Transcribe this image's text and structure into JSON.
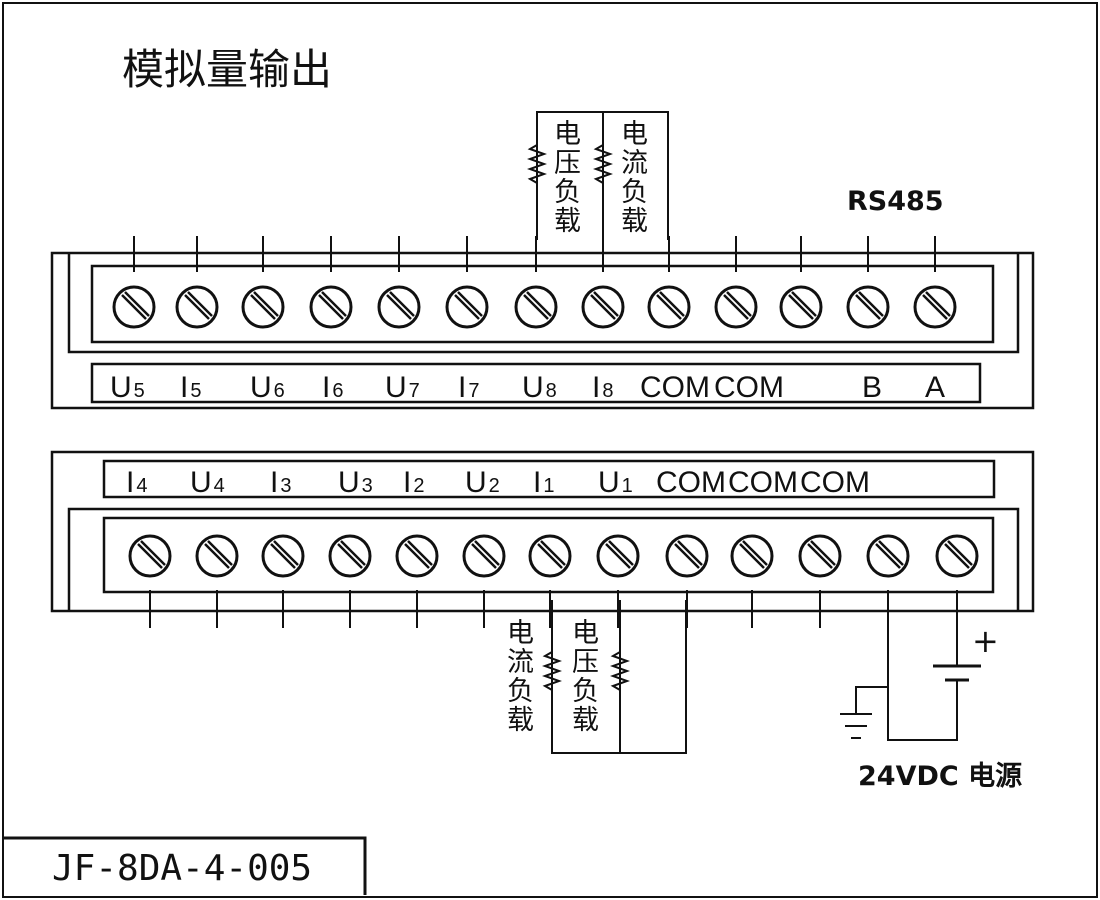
{
  "title": "模拟量输出",
  "model": "JF-8DA-4-005",
  "rs485_label": "RS485",
  "power_label": "24VDC 电源",
  "plus_sign": "+",
  "top_terminals": [
    {
      "main": "U",
      "sub": "5"
    },
    {
      "main": "I",
      "sub": "5"
    },
    {
      "main": "U",
      "sub": "6"
    },
    {
      "main": "I",
      "sub": "6"
    },
    {
      "main": "U",
      "sub": "7"
    },
    {
      "main": "I",
      "sub": "7"
    },
    {
      "main": "U",
      "sub": "8"
    },
    {
      "main": "I",
      "sub": "8"
    },
    {
      "main": "COM",
      "sub": ""
    },
    {
      "main": "COM",
      "sub": ""
    },
    {
      "main": "",
      "sub": ""
    },
    {
      "main": "B",
      "sub": ""
    },
    {
      "main": "A",
      "sub": ""
    }
  ],
  "bottom_terminals": [
    {
      "main": "I",
      "sub": "4"
    },
    {
      "main": "U",
      "sub": "4"
    },
    {
      "main": "I",
      "sub": "3"
    },
    {
      "main": "U",
      "sub": "3"
    },
    {
      "main": "I",
      "sub": "2"
    },
    {
      "main": "U",
      "sub": "2"
    },
    {
      "main": "I",
      "sub": "1"
    },
    {
      "main": "U",
      "sub": "1"
    },
    {
      "main": "COM",
      "sub": ""
    },
    {
      "main": "COM",
      "sub": ""
    },
    {
      "main": "COM",
      "sub": ""
    },
    {
      "main": "",
      "sub": ""
    },
    {
      "main": "",
      "sub": ""
    }
  ],
  "loads_top": [
    {
      "text": "电压负载"
    },
    {
      "text": "电流负载"
    }
  ],
  "loads_bottom": [
    {
      "text": "电流负载"
    },
    {
      "text": "电压负载"
    }
  ]
}
